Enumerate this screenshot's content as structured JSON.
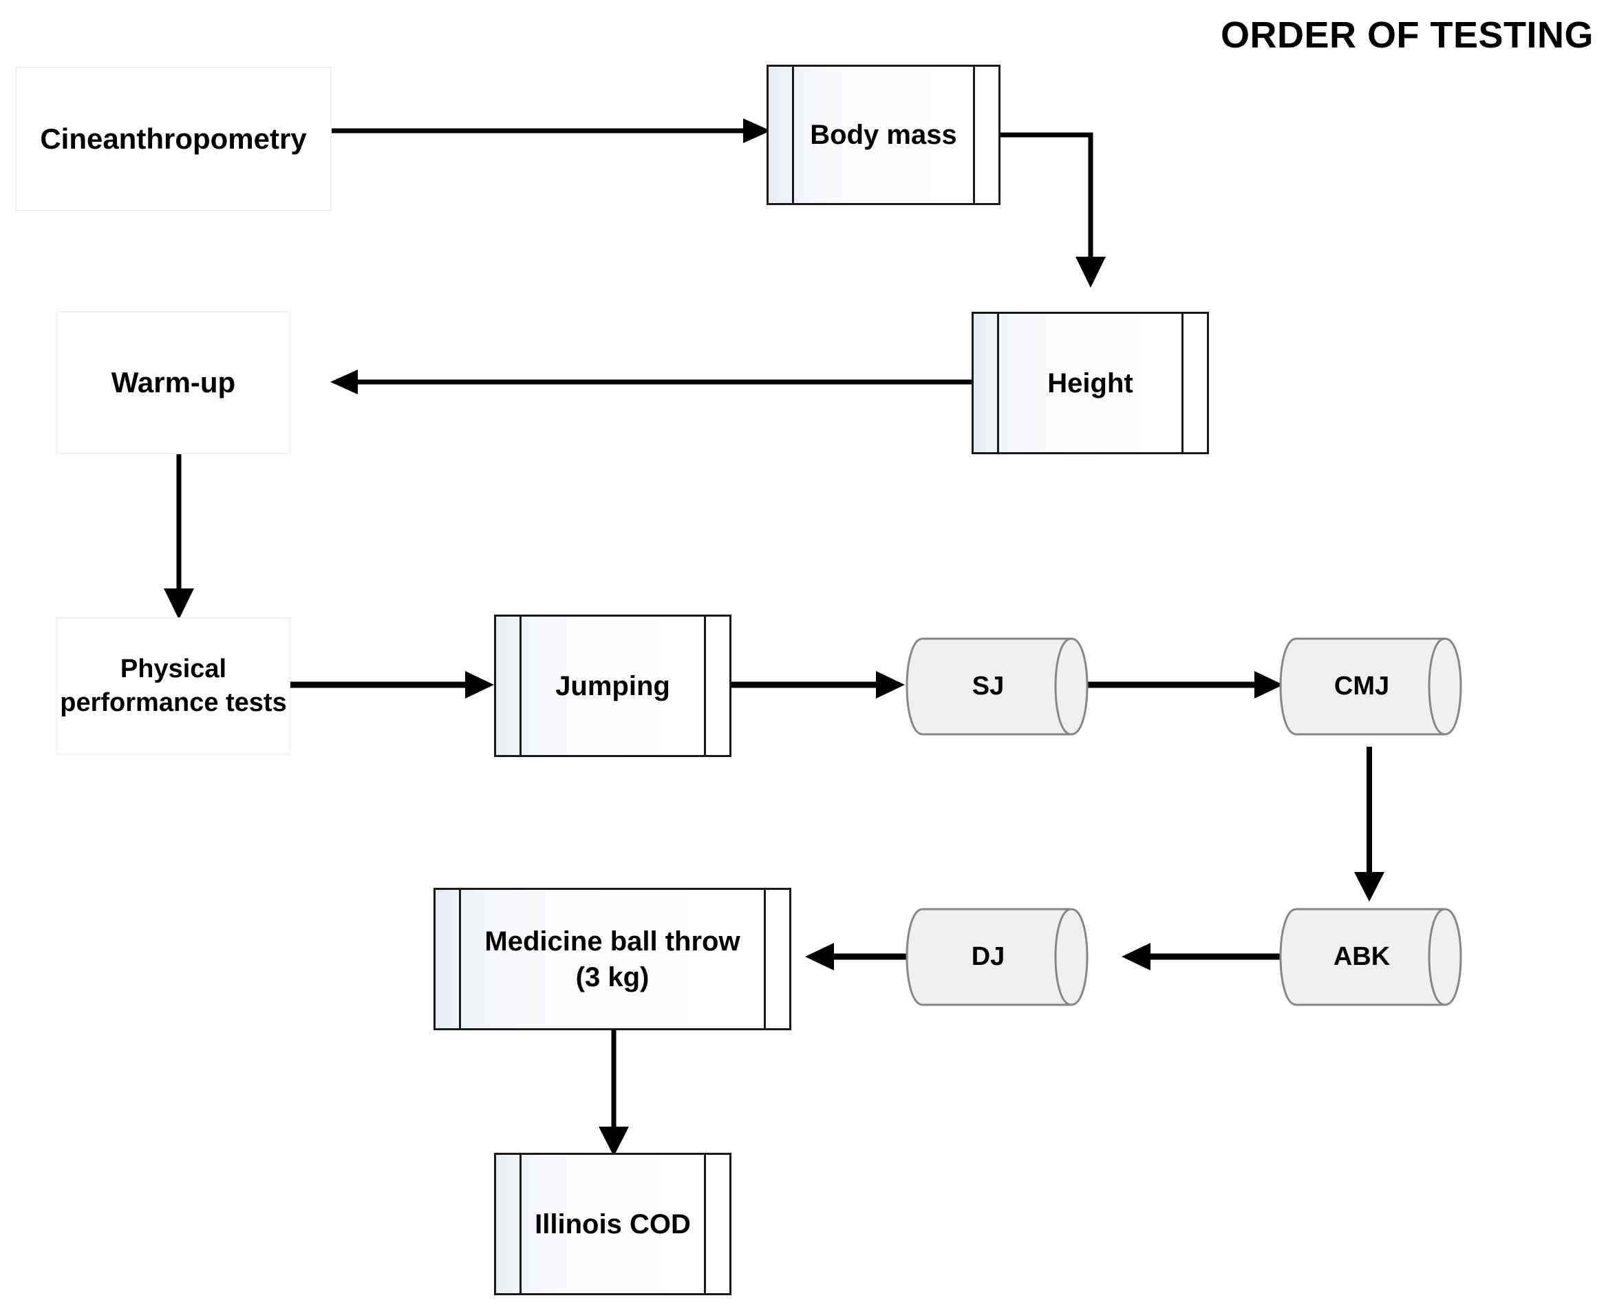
{
  "title": "ORDER OF TESTING",
  "nodes": {
    "cineanthropometry": {
      "label": "Cineanthropometry",
      "shape": "plain-box"
    },
    "body_mass": {
      "label": "Body mass",
      "shape": "predefined-process"
    },
    "height": {
      "label": "Height",
      "shape": "predefined-process"
    },
    "warm_up": {
      "label": "Warm-up",
      "shape": "plain-box"
    },
    "physical_tests": {
      "label": "Physical performance tests",
      "shape": "plain-box"
    },
    "jumping": {
      "label": "Jumping",
      "shape": "predefined-process"
    },
    "sj": {
      "label": "SJ",
      "shape": "cylinder"
    },
    "cmj": {
      "label": "CMJ",
      "shape": "cylinder"
    },
    "abk": {
      "label": "ABK",
      "shape": "cylinder"
    },
    "dj": {
      "label": "DJ",
      "shape": "cylinder"
    },
    "medicine_ball": {
      "label_line1": "Medicine ball throw",
      "label_line2": "(3 kg)",
      "shape": "predefined-process"
    },
    "illinois_cod": {
      "label": "Illinois COD",
      "shape": "predefined-process"
    }
  },
  "edges": [
    {
      "from": "cineanthropometry",
      "to": "body_mass",
      "direction": "right"
    },
    {
      "from": "body_mass",
      "to": "height",
      "direction": "right-then-down"
    },
    {
      "from": "height",
      "to": "warm_up",
      "direction": "left"
    },
    {
      "from": "warm_up",
      "to": "physical_tests",
      "direction": "down"
    },
    {
      "from": "physical_tests",
      "to": "jumping",
      "direction": "right"
    },
    {
      "from": "jumping",
      "to": "sj",
      "direction": "right"
    },
    {
      "from": "sj",
      "to": "cmj",
      "direction": "right"
    },
    {
      "from": "cmj",
      "to": "abk",
      "direction": "down"
    },
    {
      "from": "abk",
      "to": "dj",
      "direction": "left"
    },
    {
      "from": "dj",
      "to": "medicine_ball",
      "direction": "left"
    },
    {
      "from": "medicine_ball",
      "to": "illinois_cod",
      "direction": "down"
    }
  ],
  "colors": {
    "background": "#ffffff",
    "stroke": "#1a1a1a",
    "text": "#000000",
    "plain_border": "#f0f0f0",
    "cylinder_fill": "#efefef",
    "cylinder_stroke": "#868686",
    "proc_gradient_start": "#e6eaf2",
    "proc_gradient_end": "#ffffff"
  }
}
